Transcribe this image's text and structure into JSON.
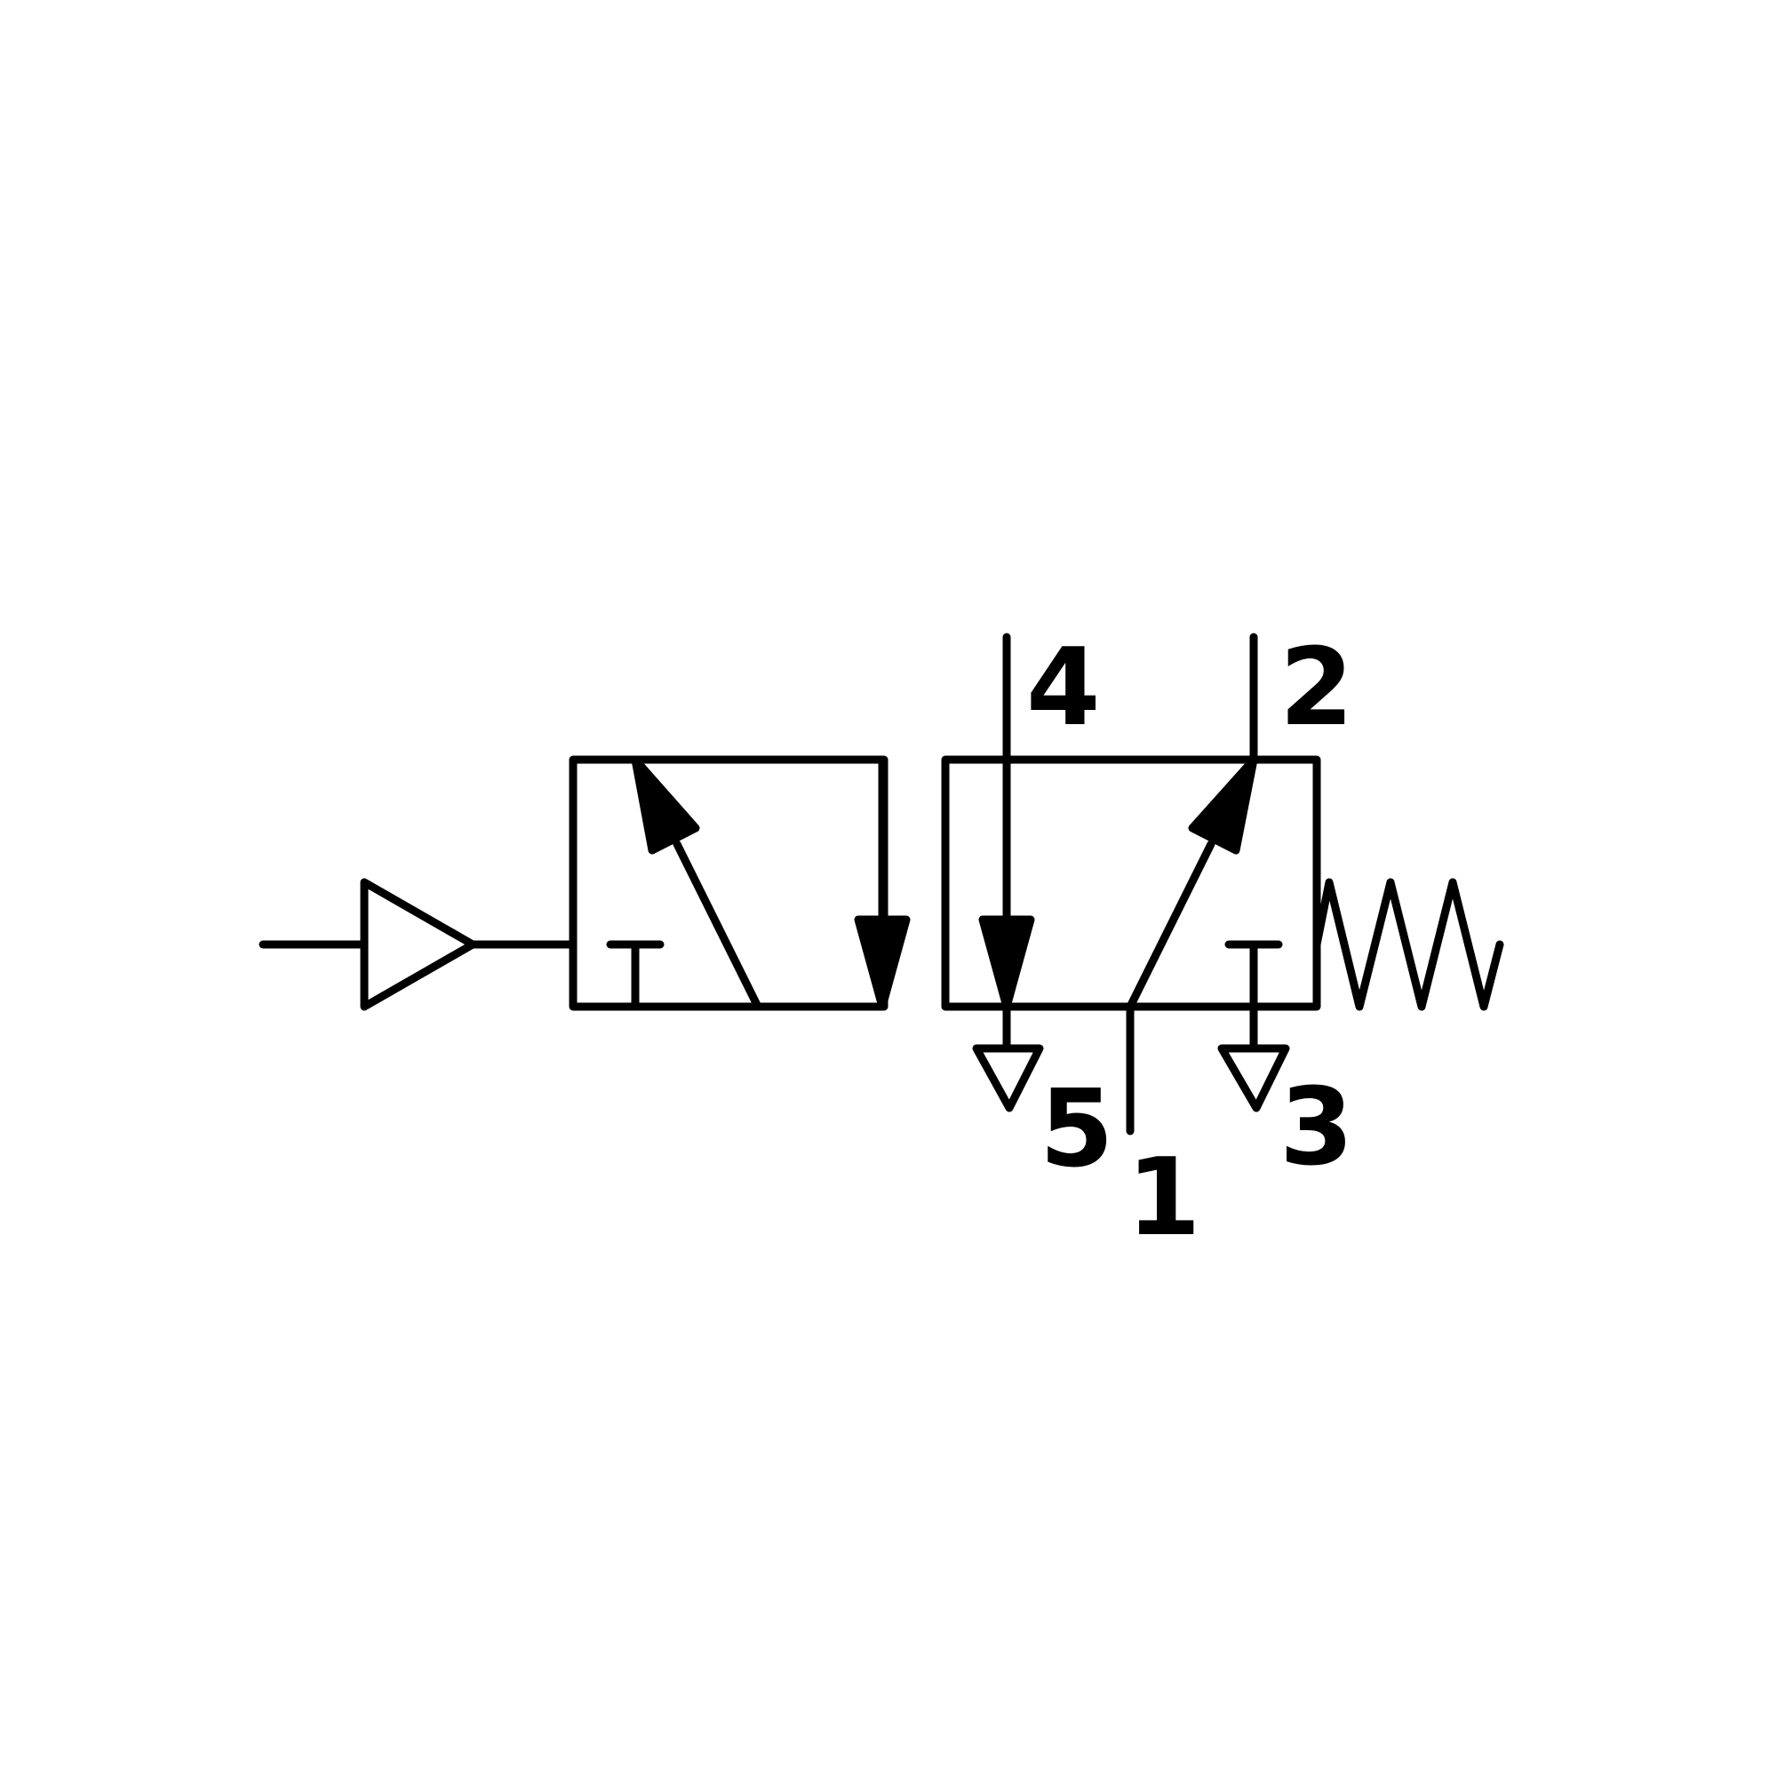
{
  "diagram": {
    "ports": {
      "p4": "4",
      "p2": "2",
      "p5": "5",
      "p1": "1",
      "p3": "3"
    },
    "colors": {
      "line": "#000000",
      "background": "#ffffff"
    }
  }
}
